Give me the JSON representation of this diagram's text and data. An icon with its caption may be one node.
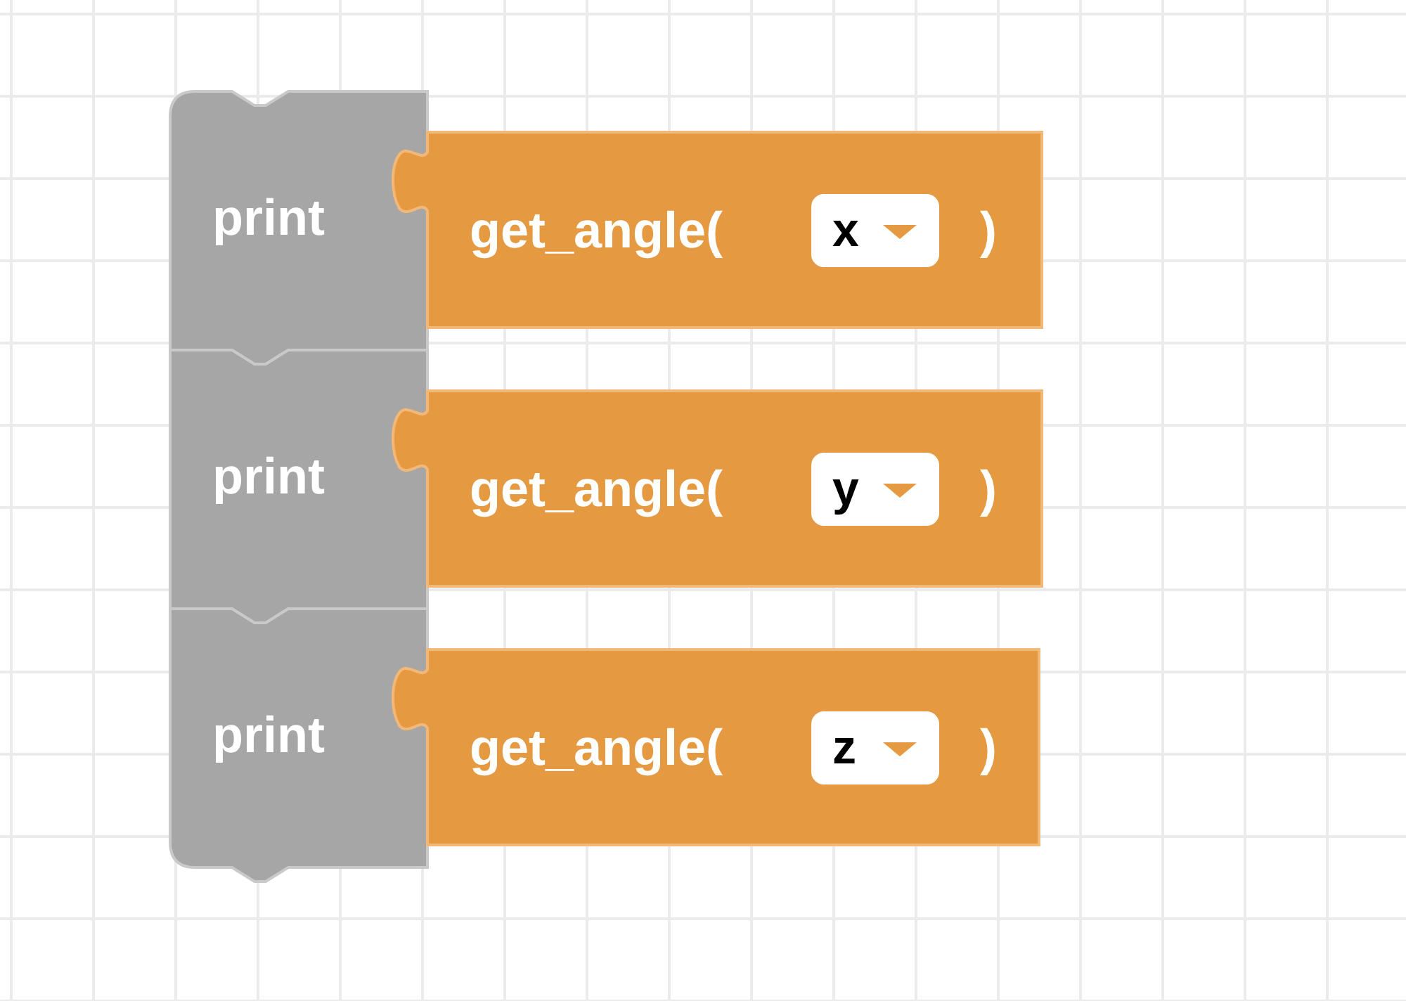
{
  "diagram": {
    "nodes": [
      {
        "text": [
          "print"
        ]
      },
      {
        "text": [
          "get_angle(",
          ")"
        ]
      },
      {
        "text": [
          "x"
        ],
        "in": 1
      },
      {
        "text": [
          "print"
        ]
      },
      {
        "text": [
          "get_angle(",
          ")"
        ]
      },
      {
        "text": [
          "y"
        ],
        "in": 4
      },
      {
        "text": [
          "print"
        ]
      },
      {
        "text": [
          "get_angle(",
          ")"
        ]
      },
      {
        "text": [
          "z"
        ],
        "in": 7
      }
    ]
  }
}
